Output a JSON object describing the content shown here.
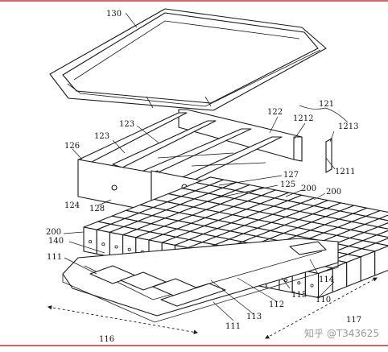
{
  "labels": {
    "l130": "130",
    "l121": "121",
    "l122": "122",
    "l1212": "1212",
    "l1213": "1213",
    "l123a": "123",
    "l123b": "123",
    "l126": "126",
    "l1211": "1211",
    "l127": "127",
    "l125": "125",
    "l124": "124",
    "l128": "128",
    "l200a": "200",
    "l200b": "200",
    "l200c": "200",
    "l140": "140",
    "l111a": "111",
    "l114": "114",
    "l115": "115",
    "l110": "110",
    "l112": "112",
    "l113": "113",
    "l111b": "111",
    "l116": "116",
    "l117": "117"
  },
  "watermark": {
    "text": "知乎 @T343625"
  },
  "colors": {
    "frame": "#c0392b",
    "line": "#1a1a1a",
    "watermark": "#9a9a9a"
  }
}
